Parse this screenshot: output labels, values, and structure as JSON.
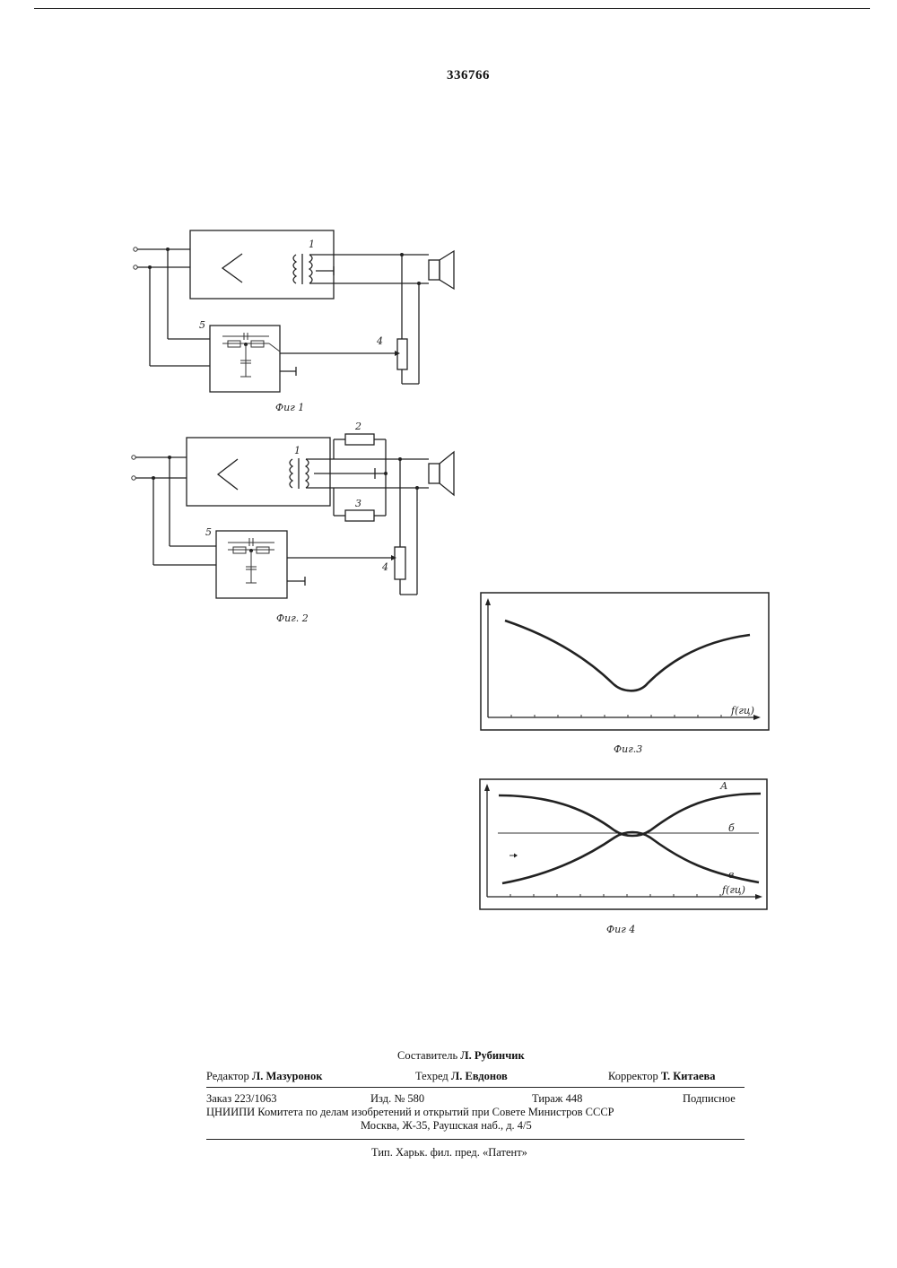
{
  "patent_number": "336766",
  "figures": {
    "fig1_caption": "Фиг 1",
    "fig2_caption": "Фиг. 2",
    "fig3_caption": "Фиг.3",
    "fig4_caption": "Фиг 4",
    "fig1_labels": {
      "transformer": "1",
      "potentiometer": "4",
      "filter": "5"
    },
    "fig2_labels": {
      "transformer": "1",
      "resistor_top": "2",
      "resistor_bottom": "3",
      "potentiometer": "4",
      "filter": "5"
    },
    "fig3_axis_label": "f(гц)",
    "fig4_axis_label": "f(гц)",
    "fig4_curve_labels": {
      "upper": "А",
      "middle": "б",
      "lower": "в"
    }
  },
  "imprint": {
    "compiler_label": "Составитель",
    "compiler_name": "Л. Рубинчик",
    "editor_label": "Редактор",
    "editor_name": "Л. Мазуронок",
    "techred_label": "Техред",
    "techred_name": "Л. Евдонов",
    "corrector_label": "Корректор",
    "corrector_name": "Т. Китаева",
    "order": "Заказ 223/1063",
    "edition": "Изд. № 580",
    "print_run": "Тираж 448",
    "subscription": "Подписное",
    "org_line1": "ЦНИИПИ Комитета по делам изобретений и открытий при Совете Министров СССР",
    "org_line2": "Москва, Ж-35, Раушская наб., д. 4/5",
    "printer": "Тип. Харьк. фил. пред. «Патент»"
  }
}
